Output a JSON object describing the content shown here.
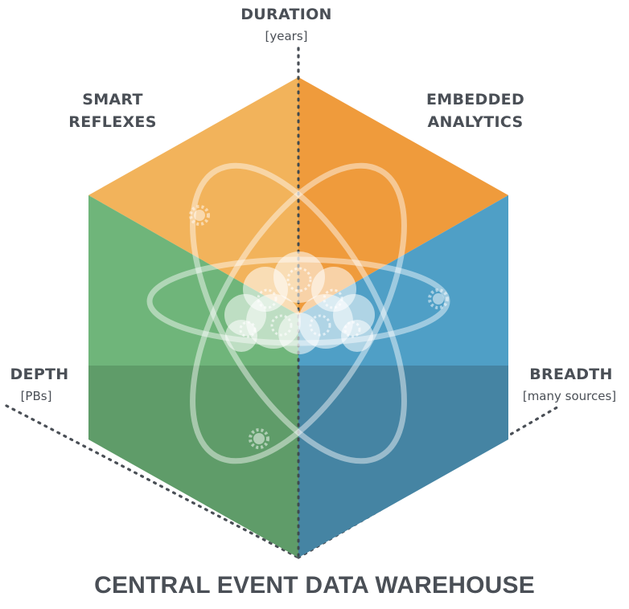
{
  "axes": {
    "duration": {
      "title": "DURATION",
      "unit": "[years]"
    },
    "depth": {
      "title": "DEPTH",
      "unit": "[PBs]"
    },
    "breadth": {
      "title": "BREADTH",
      "unit": "[many sources]"
    }
  },
  "corners": {
    "smart_reflexes": {
      "line1": "SMART",
      "line2": "REFLEXES"
    },
    "embedded_analytics": {
      "line1": "EMBEDDED",
      "line2": "ANALYTICS"
    }
  },
  "title": "CENTRAL EVENT DATA WAREHOUSE",
  "colors": {
    "top_left": "#f2b35b",
    "top_right": "#ef9b3c",
    "left_upper": "#6fb57a",
    "left_lower": "#5f9c69",
    "right_upper": "#4f9fc6",
    "right_lower": "#4584a3",
    "text": "#4a4f56",
    "dots": "#4a4f56"
  },
  "icons": [
    "atom-orbit-icon",
    "brain-cloud-gears-icon",
    "gear-icon"
  ]
}
